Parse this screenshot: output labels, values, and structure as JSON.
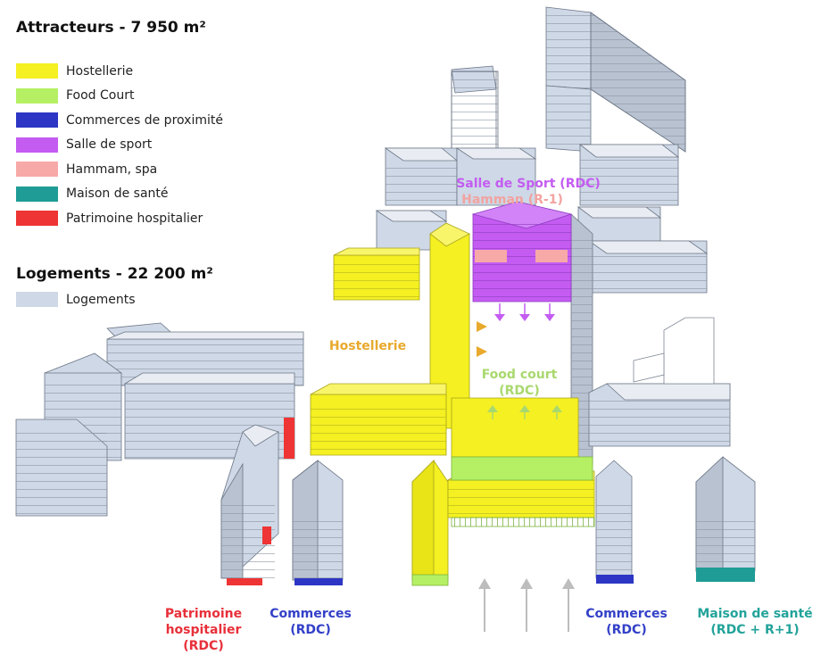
{
  "legend": {
    "attracteurs_title": "Attracteurs - 7 950 m²",
    "attracteurs": [
      {
        "label": "Hostellerie",
        "color": "#f4f022"
      },
      {
        "label": "Food Court",
        "color": "#b5f064"
      },
      {
        "label": "Commerces de proximité",
        "color": "#2d36c4"
      },
      {
        "label": "Salle de sport",
        "color": "#c45cf2"
      },
      {
        "label": "Hammam, spa",
        "color": "#f7a9a8"
      },
      {
        "label": "Maison de santé",
        "color": "#1f9c96"
      },
      {
        "label": "Patrimoine hospitalier",
        "color": "#ee3434"
      }
    ],
    "logements_title": "Logements - 22 200 m²",
    "logements": [
      {
        "label": "Logements",
        "color": "#ced8e6"
      }
    ]
  },
  "labels": {
    "salle_sport": "Salle de Sport (RDC)",
    "hammam": "Hamman (R-1)",
    "hostellerie": "Hostellerie",
    "food_court_1": "Food court",
    "food_court_2": "(RDC)",
    "patrimoine_1": "Patrimoine",
    "patrimoine_2": "hospitalier",
    "patrimoine_3": "(RDC)",
    "commerces_left_1": "Commerces",
    "commerces_left_2": "(RDC)",
    "commerces_right_1": "Commerces",
    "commerces_right_2": "(RDC)",
    "maison_sante_1": "Maison de santé",
    "maison_sante_2": "(RDC + R+1)"
  },
  "colors": {
    "logements": "#ced8e6",
    "hostellerie": "#f4f022",
    "food_court": "#b5f064",
    "commerces": "#2d36c4",
    "salle_sport": "#c45cf2",
    "hammam": "#f7a9a8",
    "maison_sante": "#1f9c96",
    "patrimoine": "#ee3434",
    "label_hostellerie": "#e8a92c",
    "label_food": "#a9d86e",
    "label_sport": "#c45cf2",
    "label_hammam": "#f2a3a0",
    "label_commerces": "#3340c8",
    "label_sante": "#22a39a",
    "label_patrimoine": "#e8303a",
    "arrows_grey": "#bdbdbd"
  }
}
